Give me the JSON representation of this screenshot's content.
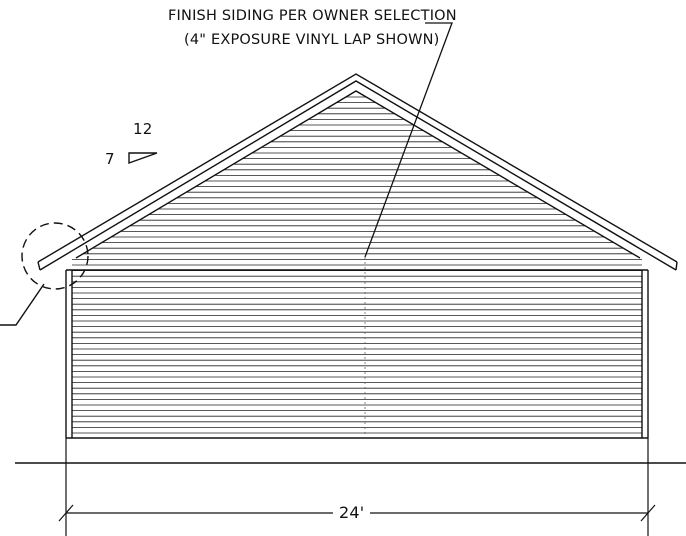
{
  "callout": {
    "line1": "FINISH SIDING PER OWNER SELECTION",
    "line2": "(4\" EXPOSURE VINYL LAP SHOWN)"
  },
  "slope": {
    "run": "12",
    "rise": "7"
  },
  "dimension": {
    "label": "24'"
  },
  "colors": {
    "ink": "#111111",
    "background": "#ffffff"
  }
}
